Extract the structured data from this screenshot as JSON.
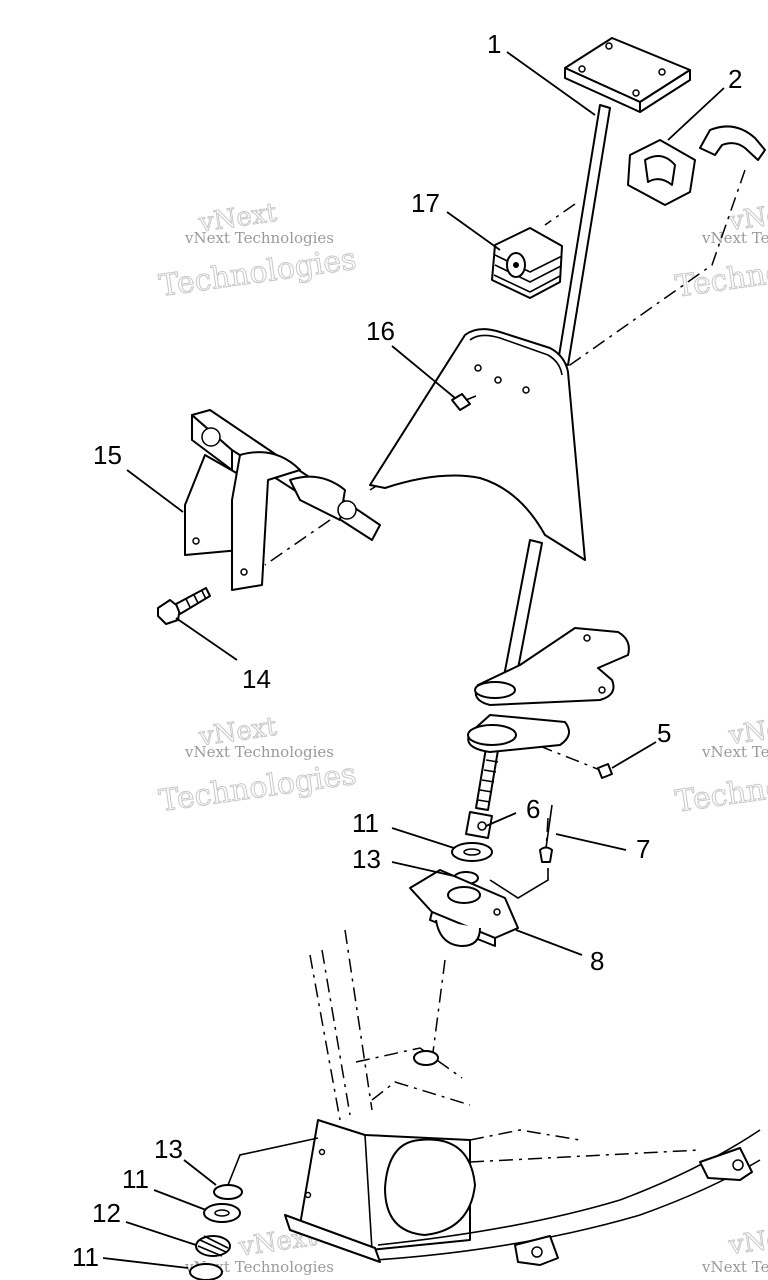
{
  "watermark": {
    "line1": "vNext",
    "line2": "vNext Technologies",
    "line3": "Technologies"
  },
  "callouts": [
    {
      "id": "c1",
      "label": "1"
    },
    {
      "id": "c2",
      "label": "2"
    },
    {
      "id": "c17",
      "label": "17"
    },
    {
      "id": "c16",
      "label": "16"
    },
    {
      "id": "c15",
      "label": "15"
    },
    {
      "id": "c14",
      "label": "14"
    },
    {
      "id": "c5",
      "label": "5"
    },
    {
      "id": "c6",
      "label": "6"
    },
    {
      "id": "c11a",
      "label": "11"
    },
    {
      "id": "c7",
      "label": "7"
    },
    {
      "id": "c13a",
      "label": "13"
    },
    {
      "id": "c8",
      "label": "8"
    },
    {
      "id": "c13b",
      "label": "13"
    },
    {
      "id": "c11b",
      "label": "11"
    },
    {
      "id": "c12",
      "label": "12"
    },
    {
      "id": "c11c",
      "label": "11"
    }
  ]
}
